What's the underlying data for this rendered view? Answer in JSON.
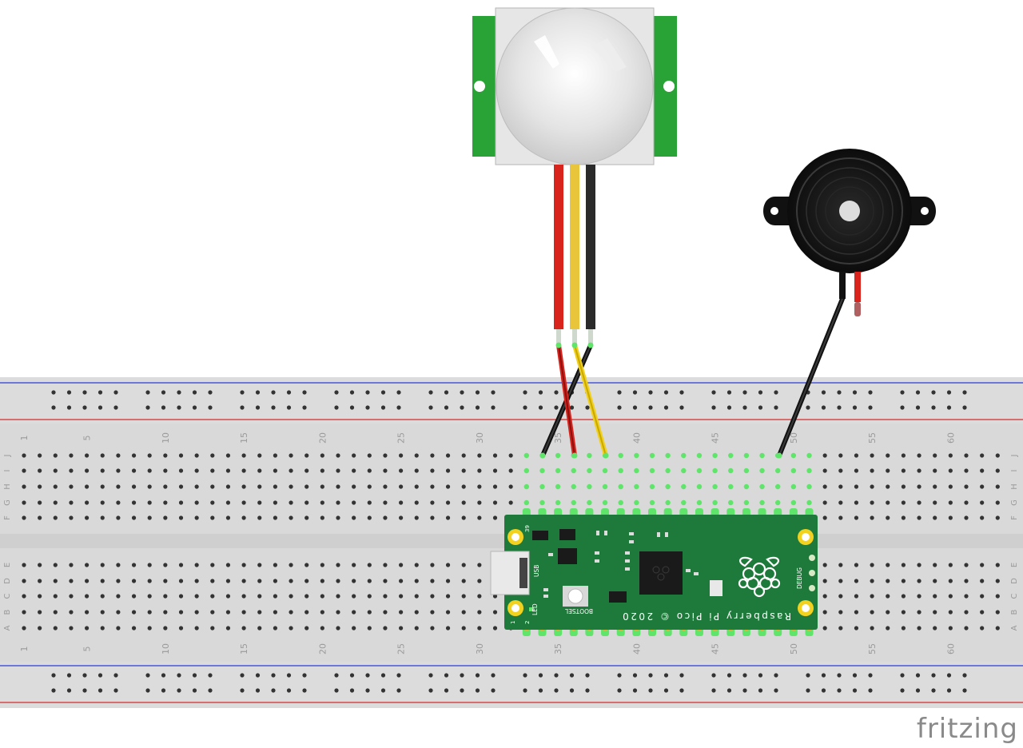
{
  "app": {
    "watermark": "fritzing"
  },
  "breadboard": {
    "column_numbers": [
      "1",
      "5",
      "10",
      "15",
      "20",
      "25",
      "30",
      "35",
      "40",
      "45",
      "50",
      "55",
      "60"
    ],
    "rows_top": [
      "J",
      "I",
      "H",
      "G",
      "F"
    ],
    "rows_bottom": [
      "E",
      "D",
      "C",
      "B",
      "A"
    ]
  },
  "pico": {
    "name": "Raspberry Pi Pico © 2020",
    "usb_label": "USB",
    "led_label": "LED",
    "bootsel_label": "BOOTSEL",
    "debug_label": "DEBUG",
    "pin_1": "1",
    "pin_2": "2",
    "pin_39": "39"
  },
  "colors": {
    "board_green": "#1e7a3a",
    "breadboard": "#dcdcdc",
    "rail_blue": "#2b3cd6",
    "rail_red": "#d62b2b",
    "pir_green": "#2aa336",
    "wire_red": "#d8241c",
    "wire_yellow": "#f0d020",
    "wire_black": "#222222"
  }
}
